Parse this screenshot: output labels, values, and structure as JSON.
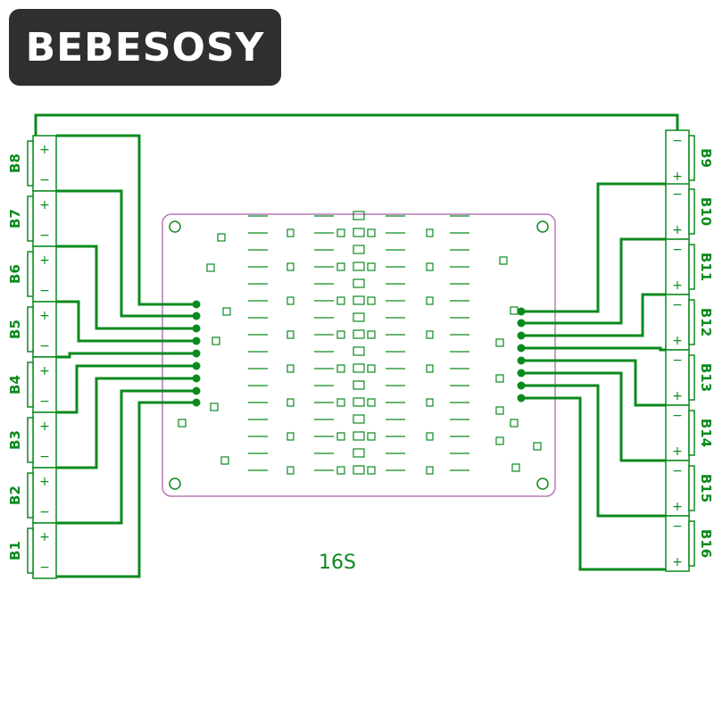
{
  "brand": {
    "name": "BEBESOSY"
  },
  "board": {
    "label": "16S"
  },
  "connectors_left": [
    {
      "label": "B8"
    },
    {
      "label": "B7"
    },
    {
      "label": "B6"
    },
    {
      "label": "B5"
    },
    {
      "label": "B4"
    },
    {
      "label": "B3"
    },
    {
      "label": "B2"
    },
    {
      "label": "B1"
    }
  ],
  "connectors_right": [
    {
      "label": "B9"
    },
    {
      "label": "B10"
    },
    {
      "label": "B11"
    },
    {
      "label": "B12"
    },
    {
      "label": "B13"
    },
    {
      "label": "B14"
    },
    {
      "label": "B15"
    },
    {
      "label": "B16"
    }
  ],
  "polarity": {
    "plus": "+",
    "minus": "−"
  },
  "colors": {
    "trace": "#0b8a1e",
    "outline": "#b57ab8",
    "pad": "#0b8a1e"
  }
}
